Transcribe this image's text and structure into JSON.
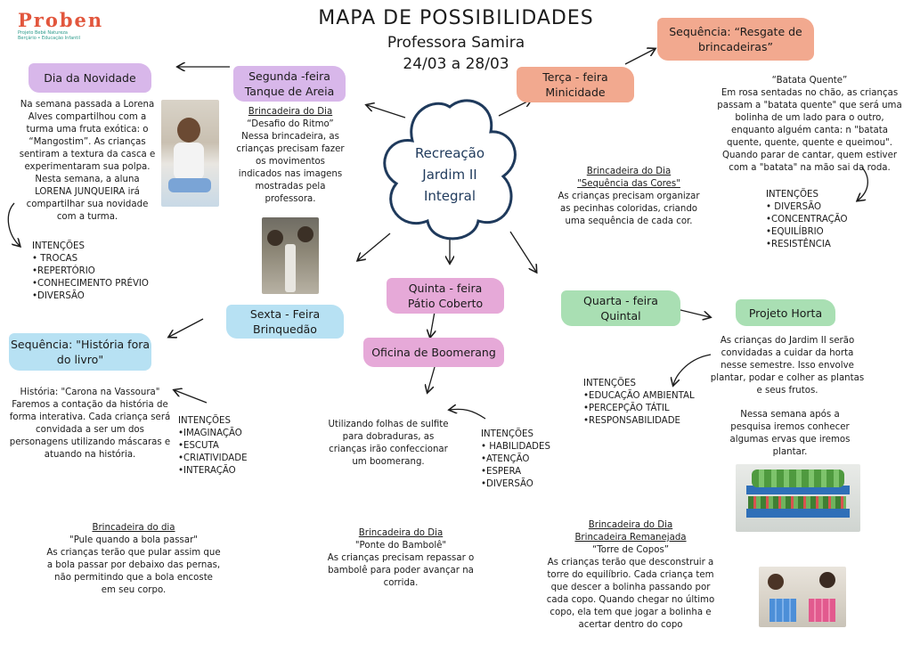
{
  "logo": {
    "name": "Proben",
    "tagline": "Projeto Bebê Natureza",
    "tagline2": "Berçário • Educação Infantil"
  },
  "header": {
    "title": "MAPA DE POSSIBILIDADES",
    "teacher": "Professora  Samira",
    "dates": "24/03 a 28/03"
  },
  "center": {
    "line1": "Recreação",
    "line2": "Jardim II",
    "line3": "Integral"
  },
  "novidade": {
    "heading": "Dia da Novidade",
    "text": "Na semana passada a Lorena Alves  compartilhou com a turma uma fruta exótica: o “Mangostim”. As crianças sentiram a textura da casca e experimentaram sua polpa. Nesta semana, a aluna LORENA JUNQUEIRA irá compartilhar sua novidade com a turma.",
    "intentions_title": "INTENÇÕES",
    "intentions": [
      "• TROCAS",
      "•REPERTÓRIO",
      "•CONHECIMENTO PRÉVIO",
      "•DIVERSÃO"
    ]
  },
  "segunda": {
    "heading_line1": "Segunda -feira",
    "heading_line2": "Tanque de Areia",
    "game_title": "Brincadeira do Dia",
    "game_text": "“Desafio do Ritmo” Nessa brincadeira, as crianças precisam fazer os movimentos indicados nas imagens mostradas pela professora."
  },
  "terca": {
    "heading_line1": "Terça - feira",
    "heading_line2": "Minicidade",
    "game_title": "Brincadeira do Dia",
    "game_name": "\"Sequência das Cores\"",
    "game_text": "As crianças precisam organizar as pecinhas coloridas, criando uma sequência de cada cor."
  },
  "sequencia_resgate": {
    "heading_line1": "Sequência: “Resgate de",
    "heading_line2": "brincadeiras”",
    "game_name": "“Batata Quente”",
    "text": "Em rosa sentadas no chão, as crianças passam a \"batata quente\" que será uma bolinha de um lado para o outro, enquanto alguém canta: n \"batata quente, quente, quente e queimou\". Quando parar de cantar, quem estiver com a \"batata\" na mão sai da roda.",
    "intentions_title": "INTENÇÕES",
    "intentions": [
      "• DIVERSÃO",
      "•CONCENTRAÇÃO",
      "•EQUILÍBRIO",
      "•RESISTÊNCIA"
    ]
  },
  "quarta": {
    "heading_line1": "Quarta - feira",
    "heading_line2": "Quintal",
    "intentions_title": "INTENÇÕES",
    "intentions": [
      "•EDUCAÇÃO AMBIENTAL",
      "•PERCEPÇÃO TÁTIL",
      "•RESPONSABILIDADE"
    ],
    "game_title": "Brincadeira do Dia",
    "game_title2": "Brincadeira Remanejada",
    "game_name": "“Torre de Copos”",
    "game_text": "As crianças terão que desconstruir a torre do equilíbrio. Cada criança tem que descer a bolinha passando por cada copo. Quando chegar no último copo, ela tem que jogar a bolinha e acertar dentro do copo"
  },
  "horta": {
    "heading": "Projeto Horta",
    "text1": "As crianças do Jardim II serão convidadas a cuidar da horta nesse semestre. Isso envolve plantar, podar e colher as plantas e seus frutos.",
    "text2": "Nessa semana após a pesquisa iremos conhecer algumas ervas que iremos plantar."
  },
  "quinta": {
    "heading_line1": "Quinta - feira",
    "heading_line2": "Pátio Coberto",
    "workshop": "Oficina de Boomerang",
    "workshop_text": "Utilizando  folhas de sulfite para dobraduras, as crianças irão confeccionar um boomerang.",
    "intentions_title": "INTENÇÕES",
    "intentions": [
      "• HABILIDADES",
      "•ATENÇÃO",
      "•ESPERA",
      "•DIVERSÃO"
    ],
    "game_title": "Brincadeira do Dia",
    "game_name": "\"Ponte do Bambolê\"",
    "game_text": "As crianças precisam repassar o bambolê para poder avançar na corrida."
  },
  "sexta": {
    "heading_line1": "Sexta - Feira",
    "heading_line2": "Brinquedão",
    "sequence_line1": "Sequência: \"História fora",
    "sequence_line2": "do livro\"",
    "story": "História: \"Carona na Vassoura\" Faremos a contação da história de forma interativa. Cada criança será convidada a ser um dos personagens utilizando máscaras e atuando na história.",
    "intentions_title": "INTENÇÕES",
    "intentions": [
      "•IMAGINAÇÃO",
      "•ESCUTA",
      "•CRIATIVIDADE",
      "•INTERAÇÃO"
    ],
    "game_title": "Brincadeira do dia",
    "game_name": "\"Pule quando a bola passar\"",
    "game_text": "As crianças terão que pular assim que a bola passar por debaixo das pernas, não permitindo que a bola encoste em seu corpo."
  },
  "colors": {
    "lavender": "#d8b7ea",
    "light_blue": "#b7e1f3",
    "salmon": "#f2a98f",
    "mint": "#a9dfb3",
    "pink": "#e6a9d8",
    "navy": "#1f3a5c"
  }
}
